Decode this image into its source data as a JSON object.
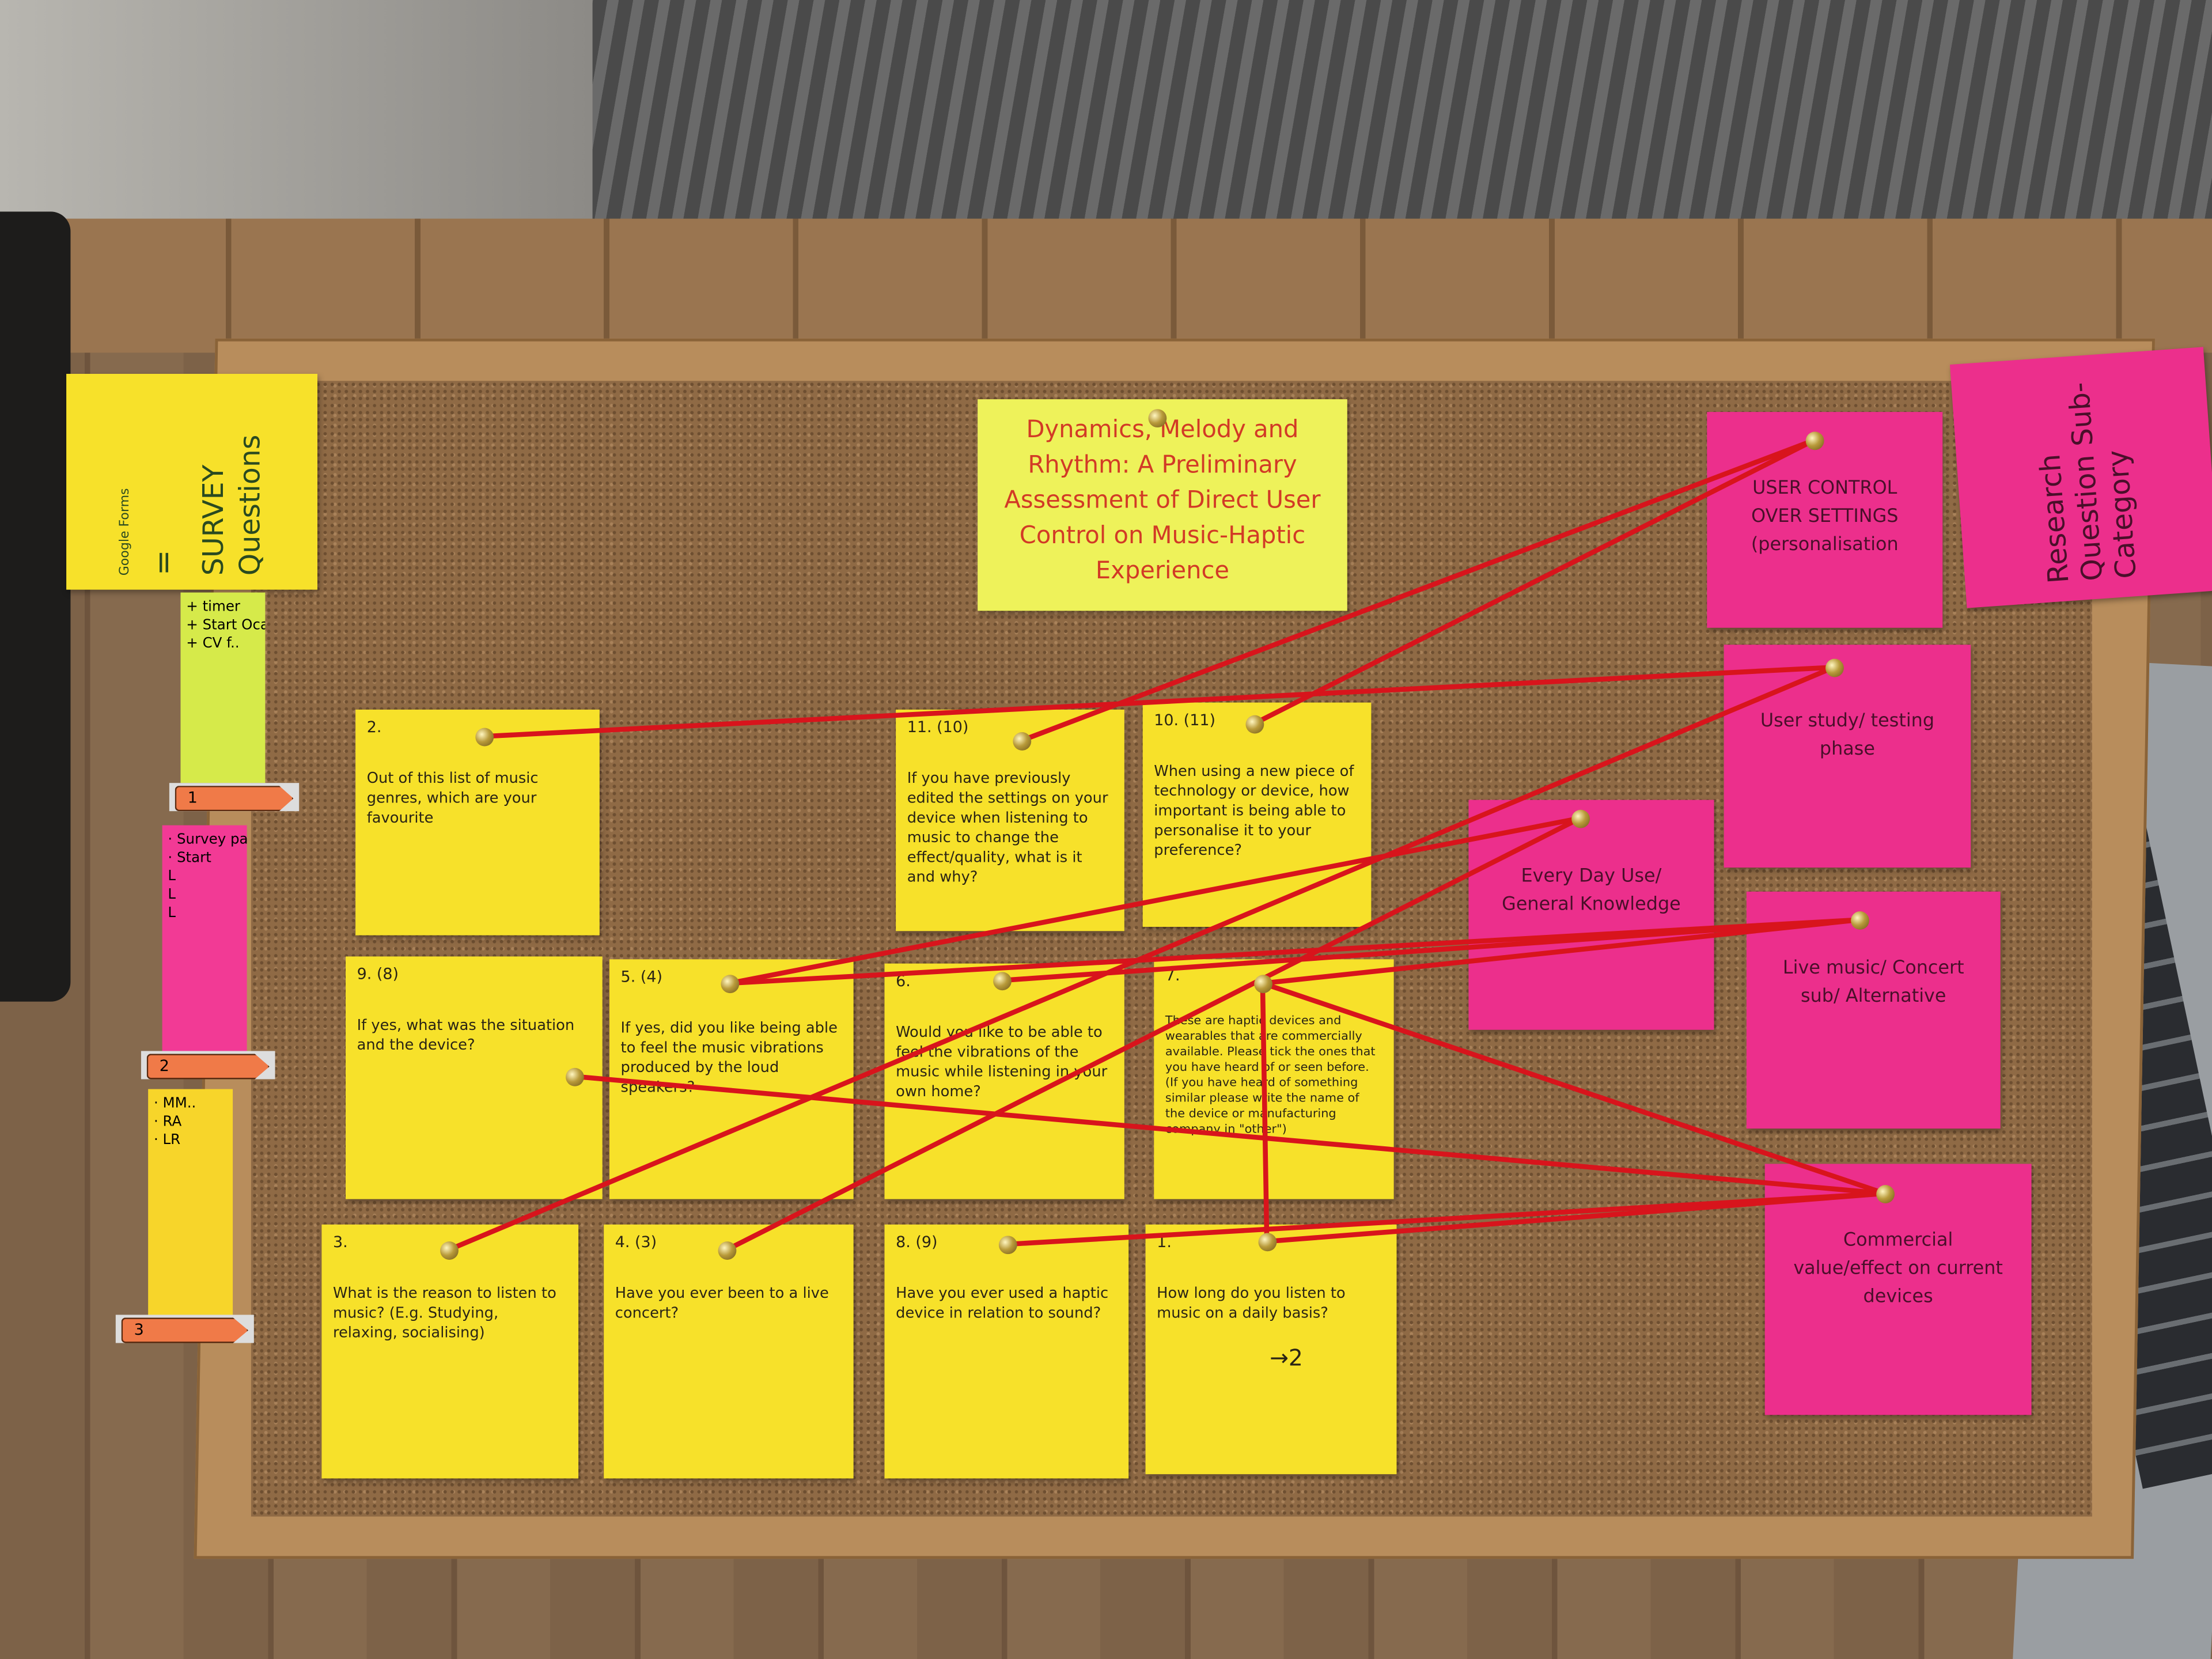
{
  "title_note": "Dynamics, Melody and Rhythm: A Preliminary Assessment of Direct User Control on Music-Haptic Experience",
  "legend": {
    "survey": "SURVEY Questions",
    "underline": "=",
    "google": "Google Forms",
    "research": "Research Question Sub-Category"
  },
  "side_strips": [
    {
      "lines": [
        "+ timer",
        "+ Start Ocamu..",
        "+ CV f.."
      ],
      "tab": "1"
    },
    {
      "lines": [
        "· Survey partic..",
        "· Start",
        "  L",
        "  L",
        "  L"
      ],
      "tab": "2"
    },
    {
      "lines": [
        "· MM..",
        "· RA",
        "· LR"
      ],
      "tab": "3"
    }
  ],
  "questions": [
    {
      "num": "2.",
      "text": "Out of this list of music genres, which are your favourite"
    },
    {
      "num": "11. (10)",
      "text": "If you have previously edited the settings on your device when listening to music to change the effect/quality, what is it and why?"
    },
    {
      "num": "10. (11)",
      "text": "When using a new piece of technology or device, how important is being able to personalise it to your preference?"
    },
    {
      "num": "9. (8)",
      "text": "If yes, what was the situation and the device?"
    },
    {
      "num": "5. (4)",
      "text": "If yes, did you like being able to feel the music vibrations produced by the loud speakers?"
    },
    {
      "num": "6.",
      "text": "Would you like to be able to feel the vibrations of the music while listening in your own home?"
    },
    {
      "num": "7.",
      "text": "These are haptic devices and wearables that are commercially available. Please tick the ones that you have heard of or seen before. (If you have heard of something similar please write the name of the device or manufacturing company in \"other\")"
    },
    {
      "num": "3.",
      "text": "What is the reason to listen to music? (E.g. Studying, relaxing, socialising)"
    },
    {
      "num": "4. (3)",
      "text": "Have you ever been to a live concert?"
    },
    {
      "num": "8. (9)",
      "text": "Have you ever used a haptic device in relation to sound?"
    },
    {
      "num": "1.",
      "text": "How long do you listen to music on a daily basis?",
      "extra": "→2"
    }
  ],
  "categories": [
    {
      "text": "USER CONTROL OVER SETTINGS (personalisation"
    },
    {
      "text": "User study/ testing phase"
    },
    {
      "text": "Every Day Use/ General Knowledge"
    },
    {
      "text": "Live music/ Concert sub/ Alternative"
    },
    {
      "text": "Commercial value/effect on current devices"
    }
  ],
  "colors": {
    "question_note": "#f7e12a",
    "category_note": "#ec2f8c",
    "string": "#d8141c",
    "title_ink": "#d23a26"
  }
}
